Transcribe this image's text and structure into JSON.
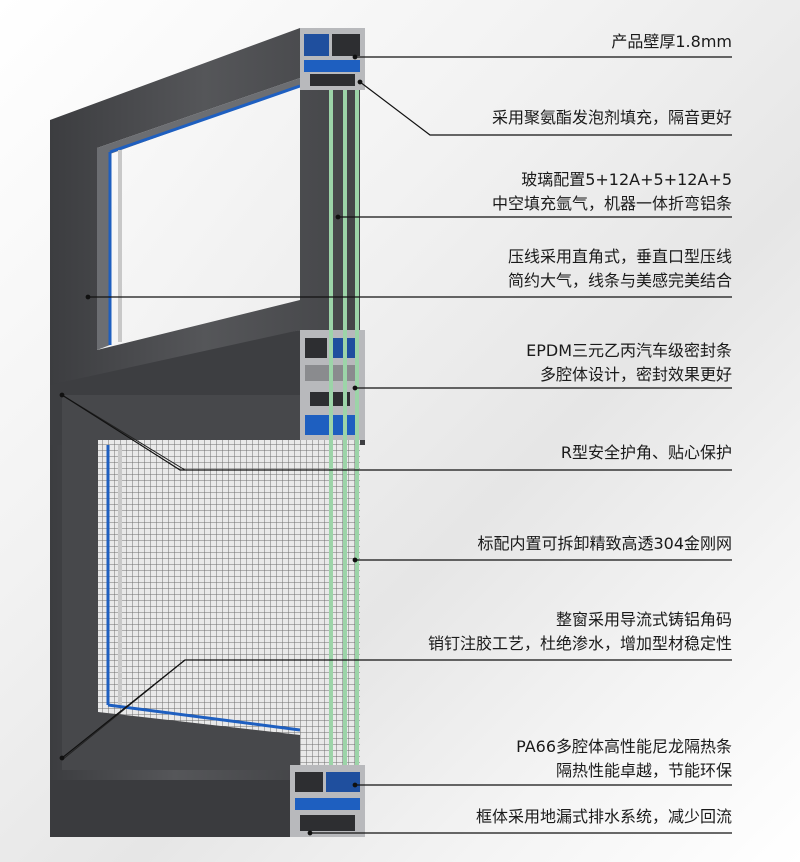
{
  "annotations": [
    {
      "id": "wall-thickness",
      "lines": [
        "产品壁厚1.8mm"
      ]
    },
    {
      "id": "foam-fill",
      "lines": [
        "采用聚氨酯发泡剂填充，隔音更好"
      ]
    },
    {
      "id": "glass-config",
      "lines": [
        "玻璃配置5+12A+5+12A+5",
        "中空填充氩气，机器一体折弯铝条"
      ]
    },
    {
      "id": "glazing-bead",
      "lines": [
        "压线采用直角式，垂直口型压线",
        "简约大气，线条与美感完美结合"
      ]
    },
    {
      "id": "epdm-seal",
      "lines": [
        "EPDM三元乙丙汽车级密封条",
        "多腔体设计，密封效果更好"
      ]
    },
    {
      "id": "corner-guard",
      "lines": [
        "R型安全护角、贴心保护"
      ]
    },
    {
      "id": "screen-mesh",
      "lines": [
        "标配内置可拆卸精致高透304金刚网"
      ]
    },
    {
      "id": "corner-joint",
      "lines": [
        "整窗采用导流式铸铝角码",
        "销钉注胶工艺，杜绝渗水，增加型材稳定性"
      ]
    },
    {
      "id": "thermal-break",
      "lines": [
        "PA66多腔体高性能尼龙隔热条",
        "隔热性能卓越，节能环保"
      ]
    },
    {
      "id": "drainage",
      "lines": [
        "框体采用地漏式排水系统，减少回流"
      ]
    }
  ],
  "colors": {
    "frame": "#4a4b4e",
    "frame_dark": "#2f3033",
    "seal_blue": "#1e5fc0",
    "glass_green": "#9cd4a8",
    "leader_line": "#111111"
  }
}
